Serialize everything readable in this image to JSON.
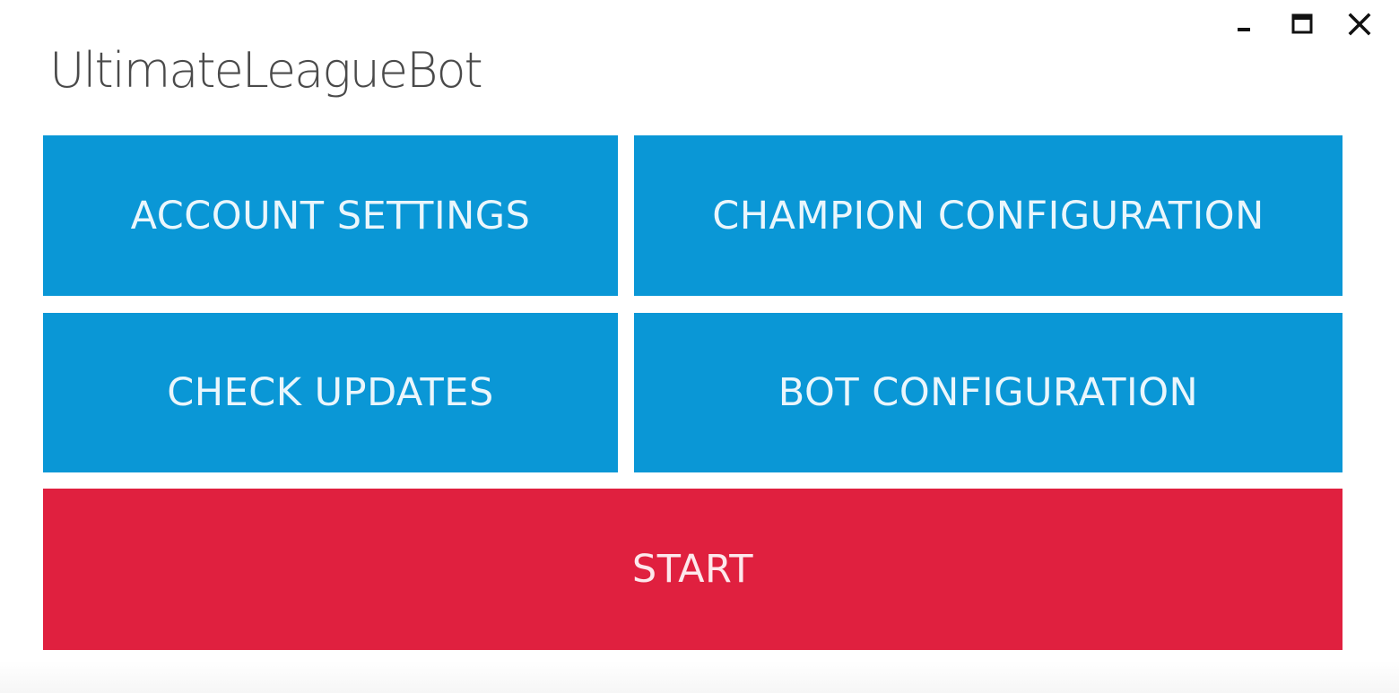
{
  "window": {
    "title": "UltimateLeagueBot",
    "controls": {
      "minimize_icon": "minimize-icon",
      "maximize_icon": "maximize-icon",
      "close_icon": "close-icon"
    }
  },
  "menu": {
    "account_settings": "ACCOUNT SETTINGS",
    "champion_configuration": "CHAMPION CONFIGURATION",
    "check_updates": "CHECK UPDATES",
    "bot_configuration": "BOT CONFIGURATION",
    "start": "START"
  },
  "colors": {
    "menu_button": "#0a97d6",
    "start_button": "#e0203f",
    "title_text": "#4a4a4a"
  }
}
